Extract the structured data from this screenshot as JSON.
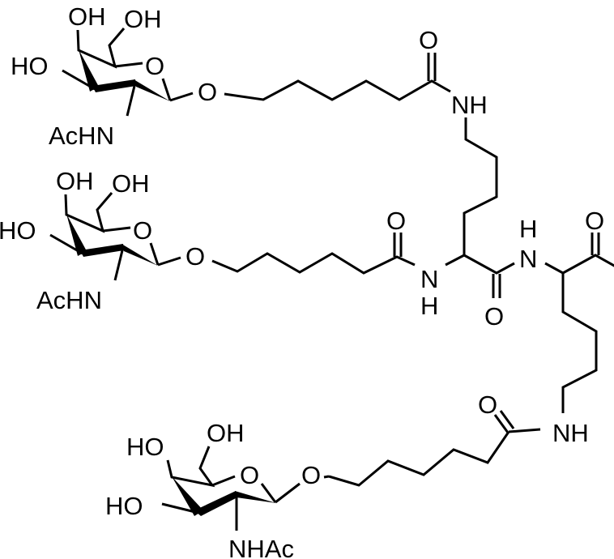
{
  "molecule": {
    "sugar1": {
      "oh4": "OH",
      "oh6": "OH",
      "ring_o": "O",
      "ho3": "HO",
      "nhac": "AcHN",
      "glyco_o": "O"
    },
    "sugar2": {
      "oh4": "OH",
      "oh6": "OH",
      "ring_o": "O",
      "ho3": "HO",
      "nhac": "AcHN",
      "glyco_o": "O"
    },
    "sugar3": {
      "ho4": "HO",
      "oh6": "OH",
      "ring_o": "O",
      "ho3": "HO",
      "nhac": "NHAc",
      "glyco_o": "O"
    },
    "linker1": {
      "carbonyl_o": "O",
      "nh": "NH"
    },
    "linker2": {
      "carbonyl_o": "O",
      "n": "N",
      "h": "H"
    },
    "linker3": {
      "carbonyl_o": "O",
      "nh": "NH"
    },
    "backbone": {
      "carbonyl1_o": "O",
      "n2": "N",
      "h2": "H",
      "carbonyl2_o": "O"
    }
  }
}
